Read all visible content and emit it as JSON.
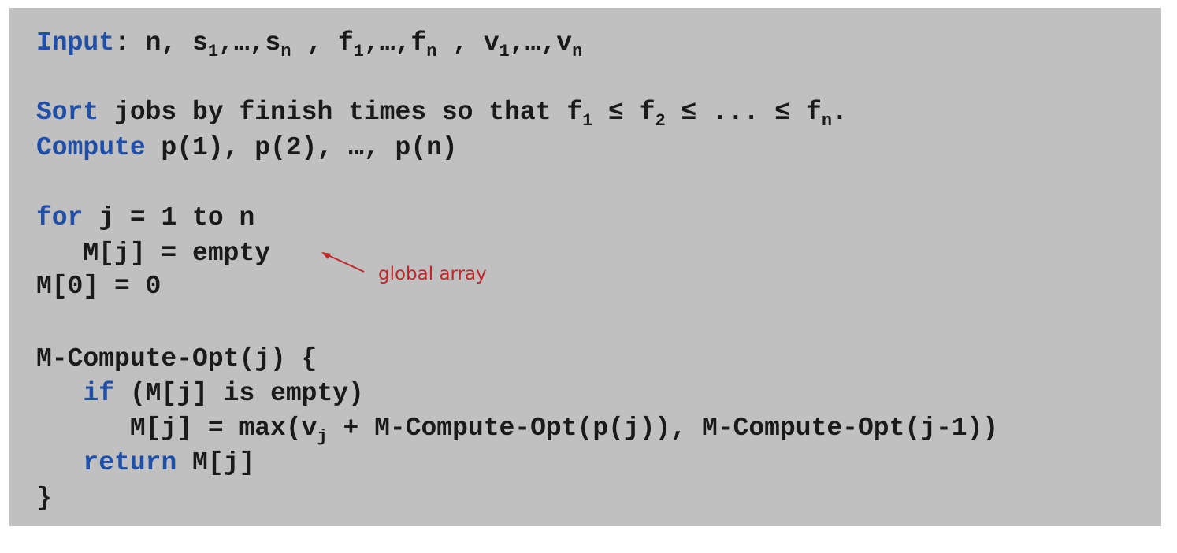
{
  "input_line": {
    "keyword": "Input",
    "after_keyword": ": n, ",
    "tokens": [
      {
        "base": "s",
        "sub": "1"
      },
      {
        "text": ",…,"
      },
      {
        "base": "s",
        "sub": "n"
      },
      {
        "text": " , "
      },
      {
        "base": "f",
        "sub": "1"
      },
      {
        "text": ",…,"
      },
      {
        "base": "f",
        "sub": "n"
      },
      {
        "text": " , "
      },
      {
        "base": "v",
        "sub": "1"
      },
      {
        "text": ",…,"
      },
      {
        "base": "v",
        "sub": "n"
      }
    ]
  },
  "sort_line": {
    "keyword": "Sort",
    "text": " jobs by finish times so that ",
    "f1": "f",
    "f1_sub": "1",
    "le1": " ≤ ",
    "f2": "f",
    "f2_sub": "2",
    "le2": " ≤ ... ≤ ",
    "fn": "f",
    "fn_sub": "n",
    "end": "."
  },
  "compute_line": {
    "keyword": "Compute",
    "text": " p(1), p(2), …, p(n)"
  },
  "for_line": {
    "keyword": "for",
    "text": " j = 1 to n"
  },
  "mj_empty_line": "   M[j] = empty",
  "m0_line": "M[0] = 0",
  "annotation": "global array",
  "func_header": "M-Compute-Opt(j) {",
  "if_line": {
    "indent": "   ",
    "keyword": "if",
    "text": " (M[j] is empty)"
  },
  "assign_line": {
    "prefix": "      M[j] = max(v",
    "sub": "j",
    "suffix": " + M-Compute-Opt(p(j)), M-Compute-Opt(j-1))"
  },
  "return_line": {
    "indent": "   ",
    "keyword": "return",
    "text": " M[j]"
  },
  "close_brace": "}",
  "colors": {
    "keyword": "#1f4fa8",
    "code": "#1a1a1a",
    "annotation": "#c0262a",
    "box": "#c0c0c0"
  }
}
